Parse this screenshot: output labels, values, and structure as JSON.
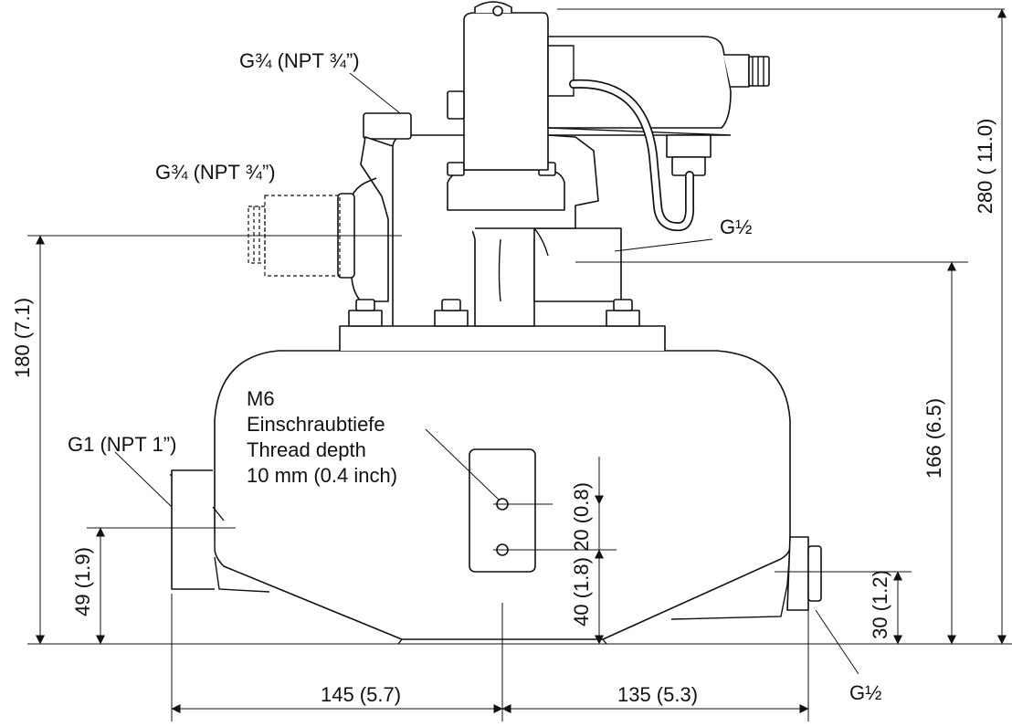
{
  "labels": {
    "g34_top": "G¾ (NPT ¾”)",
    "g34_side": "G¾ (NPT ¾”)",
    "g12_right": "G½",
    "g12_bottom": "G½",
    "g1_left": "G1 (NPT 1”)",
    "m6_line1": "M6",
    "m6_line2": "Einschraubtiefe",
    "m6_line3": "Thread depth",
    "m6_line4": "10 mm (0.4 inch)"
  },
  "dimensions": {
    "height_total": "280 ( 11.0)",
    "height_outlet": "166 (6.5)",
    "height_inlet_side": "180 (7.1)",
    "height_g1": "49 (1.9)",
    "height_g12_low": "30 (1.2)",
    "hole_spacing": "20 (0.8)",
    "hole_height": "40 (1.8)",
    "width_left": "145 (5.7)",
    "width_right": "135 (5.3)"
  }
}
